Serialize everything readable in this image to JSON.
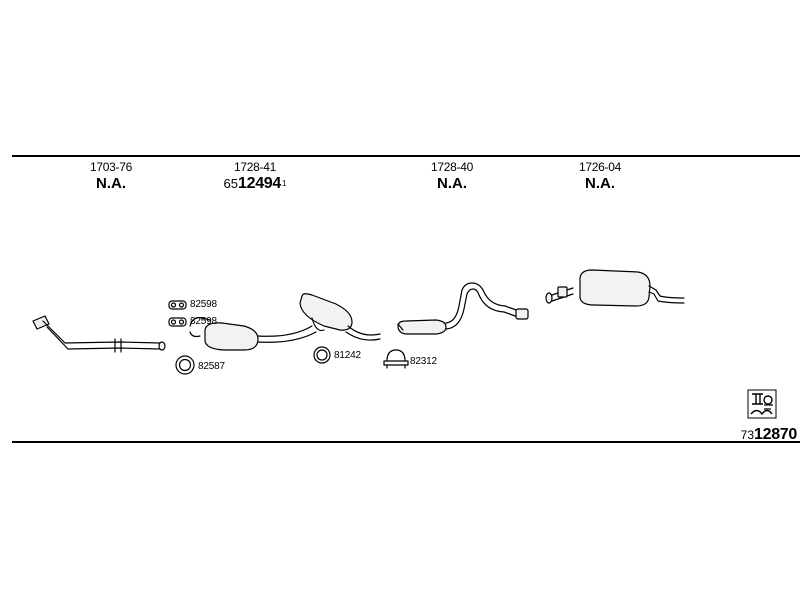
{
  "columns": [
    {
      "code": "1703-76",
      "status": "N.A."
    },
    {
      "code": "1728-41",
      "number_prefix": "65",
      "number_main": "12494",
      "number_suffix": "1"
    },
    {
      "code": "1728-40",
      "status": "N.A."
    },
    {
      "code": "1726-04",
      "status": "N.A."
    }
  ],
  "part_labels": {
    "clamp_a": "82598",
    "clamp_b": "82598",
    "ring_a": "82587",
    "ring_b": "81242",
    "u_clamp": "82312"
  },
  "diagram_number": {
    "prefix": "73",
    "main": "12870"
  }
}
